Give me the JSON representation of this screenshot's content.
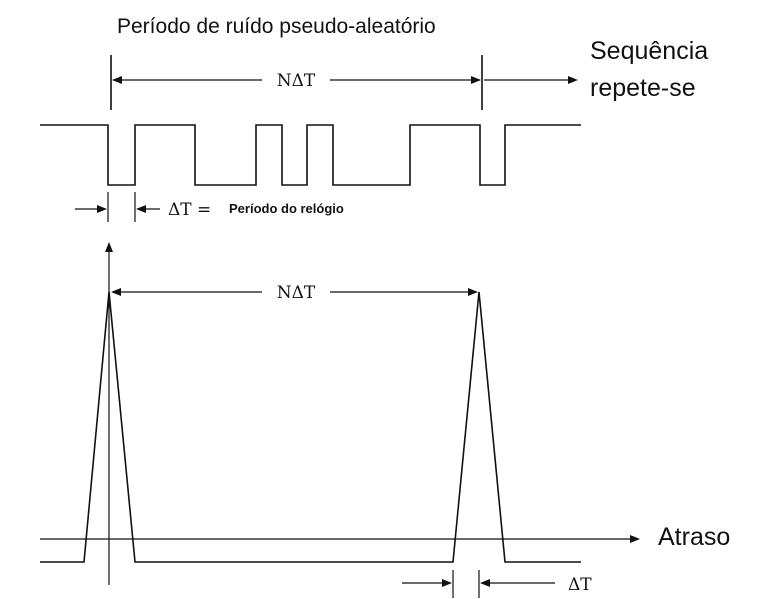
{
  "top": {
    "title": "Período de ruído pseudo-aleatório",
    "sequence_line1": "Sequência",
    "sequence_line2": "repete-se",
    "period_label": "NΔT",
    "clock_label_symbol": "ΔT =",
    "clock_label_text": "Período do relógio"
  },
  "bottom": {
    "period_label": "NΔT",
    "axis_label": "Atraso",
    "width_label": "ΔT"
  }
}
